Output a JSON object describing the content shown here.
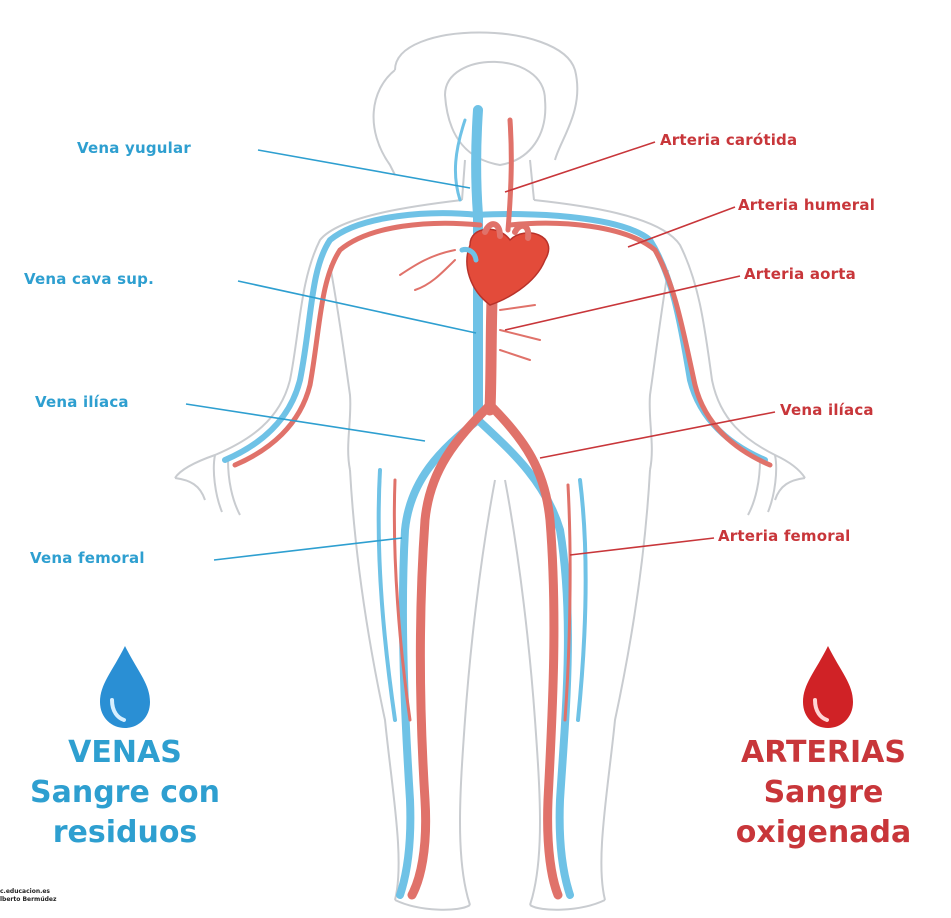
{
  "colors": {
    "vein": "#2e9fd0",
    "artery": "#c8363a",
    "outline": "#c9ccd0",
    "heart": "#e34b3a"
  },
  "labels_left": {
    "vena_yugular": "Vena yugular",
    "vena_cava_sup": "Vena cava sup.",
    "vena_iliaca": "Vena ilíaca",
    "vena_femoral": "Vena femoral"
  },
  "labels_right": {
    "arteria_carotida": "Arteria carótida",
    "arteria_humeral": "Arteria humeral",
    "arteria_aorta": "Arteria aorta",
    "vena_iliaca": "Vena ilíaca",
    "arteria_femoral": "Arteria femoral"
  },
  "legend": {
    "venas": {
      "title": "VENAS",
      "line1": "Sangre con",
      "line2": "residuos",
      "icon": "blue-blood-drop-icon"
    },
    "arterias": {
      "title": "ARTERIAS",
      "line1": "Sangre",
      "line2": "oxigenada",
      "icon": "red-blood-drop-icon"
    }
  },
  "credit": {
    "line1": "c.educacion.es",
    "line2": "lberto Bermúdez"
  }
}
